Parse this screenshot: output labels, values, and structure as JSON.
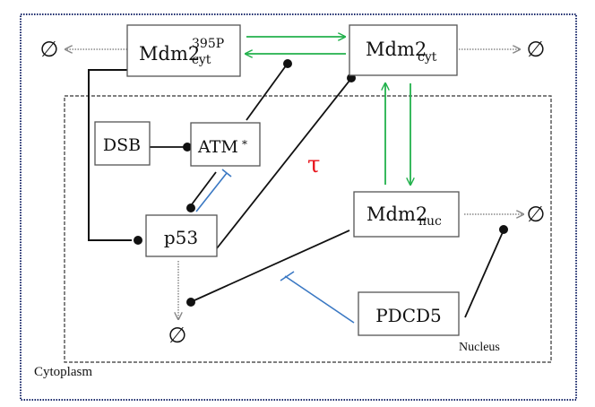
{
  "diagram": {
    "compartments": {
      "cytoplasm": {
        "label": "Cytoplasm",
        "border_color": "#1b2a6b"
      },
      "nucleus": {
        "label": "Nucleus",
        "border_color": "#222222"
      }
    },
    "nodes": {
      "mdm2_cyt_p": {
        "base": "Mdm2",
        "sup": "395P",
        "sub": "cyt"
      },
      "mdm2_cyt": {
        "base": "Mdm2",
        "sub": "cyt"
      },
      "mdm2_nuc": {
        "base": "Mdm2",
        "sub": "nuc"
      },
      "dsb": {
        "label": "DSB"
      },
      "atm": {
        "label": "ATM",
        "sup": "*"
      },
      "p53": {
        "label": "p53"
      },
      "pdcd5": {
        "label": "PDCD5"
      }
    },
    "degradation_symbol": "∅",
    "delay_label": "τ",
    "colors": {
      "transport": "#22b14c",
      "inhibition": "#3a78c3",
      "interaction": "#111111",
      "degradation": "#888888",
      "delay": "#e8141c"
    },
    "edges": [
      {
        "from": "mdm2_cyt_p",
        "to": "mdm2_cyt",
        "type": "transport"
      },
      {
        "from": "mdm2_cyt",
        "to": "mdm2_cyt_p",
        "type": "transport"
      },
      {
        "from": "mdm2_cyt",
        "to": "mdm2_nuc",
        "type": "transport"
      },
      {
        "from": "mdm2_nuc",
        "to": "mdm2_cyt",
        "type": "transport"
      },
      {
        "from": "dsb",
        "to": "atm",
        "type": "activation"
      },
      {
        "from": "atm",
        "to": "mdm2_cyt_p→mdm2_cyt",
        "type": "activation"
      },
      {
        "from": "atm",
        "to": "p53",
        "type": "activation"
      },
      {
        "from": "p53",
        "to": "atm",
        "type": "inhibition"
      },
      {
        "from": "mdm2_cyt_p",
        "to": "p53",
        "type": "activation"
      },
      {
        "from": "p53",
        "to": "mdm2_cyt",
        "type": "activation",
        "delay": "τ"
      },
      {
        "from": "mdm2_nuc",
        "to": "p53_degradation",
        "type": "activation"
      },
      {
        "from": "pdcd5",
        "to": "mdm2_nuc→p53_degradation",
        "type": "inhibition"
      },
      {
        "from": "pdcd5",
        "to": "mdm2_nuc_degradation",
        "type": "activation"
      },
      {
        "from": "mdm2_cyt_p",
        "to": "degradation",
        "type": "degradation"
      },
      {
        "from": "mdm2_cyt",
        "to": "degradation",
        "type": "degradation"
      },
      {
        "from": "mdm2_nuc",
        "to": "degradation",
        "type": "degradation"
      },
      {
        "from": "p53",
        "to": "degradation",
        "type": "degradation"
      }
    ]
  }
}
